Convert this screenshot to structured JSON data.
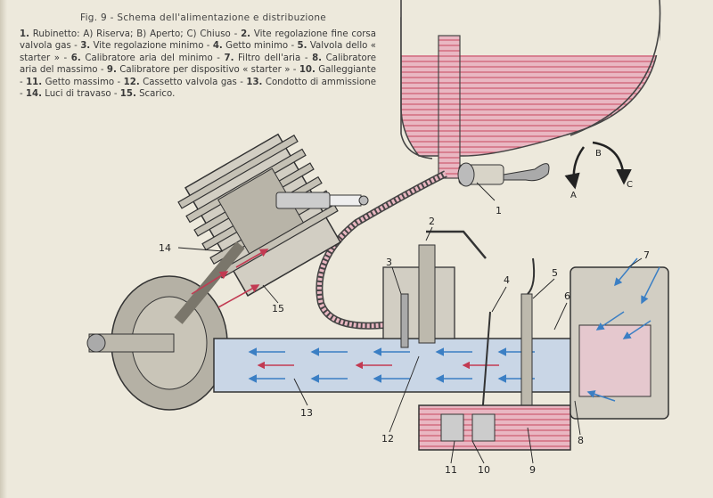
{
  "figure": {
    "title": "Fig. 9 - Schema dell'alimentazione e distribuzione",
    "legend": [
      {
        "num": "1.",
        "text": "Rubinetto: A) Riserva; B) Aperto; C) Chiuso -"
      },
      {
        "num": "2.",
        "text": "Vite regolazione fine corsa valvola gas -"
      },
      {
        "num": "3.",
        "text": "Vite regolazione minimo -"
      },
      {
        "num": "4.",
        "text": "Getto minimo -"
      },
      {
        "num": "5.",
        "text": "Valvola dello « starter » -"
      },
      {
        "num": "6.",
        "text": "Calibratore aria del minimo -"
      },
      {
        "num": "7.",
        "text": "Filtro dell'aria -"
      },
      {
        "num": "8.",
        "text": "Calibratore aria del massimo -"
      },
      {
        "num": "9.",
        "text": "Calibratore per dispositivo « starter » -"
      },
      {
        "num": "10.",
        "text": "Galleggiante -"
      },
      {
        "num": "11.",
        "text": "Getto massimo -"
      },
      {
        "num": "12.",
        "text": "Cassetto valvola gas -"
      },
      {
        "num": "13.",
        "text": "Condotto di ammissione -"
      },
      {
        "num": "14.",
        "text": "Luci di travaso -"
      },
      {
        "num": "15.",
        "text": "Scarico."
      }
    ]
  },
  "callouts": {
    "c1": "1",
    "c2": "2",
    "c3": "3",
    "c4": "4",
    "c5": "5",
    "c6": "6",
    "c7": "7",
    "c8": "8",
    "c9": "9",
    "c10": "10",
    "c11": "11",
    "c12": "12",
    "c13": "13",
    "c14": "14",
    "c15": "15",
    "tapA": "A",
    "tapB": "B",
    "tapC": "C"
  },
  "colors": {
    "paper": "#ede9dc",
    "fuel": "#c23a52",
    "fuel_fill": "#e9b7c2",
    "air": "#3b7fc4",
    "metal": "#9a9a9a",
    "ink": "#222222"
  }
}
